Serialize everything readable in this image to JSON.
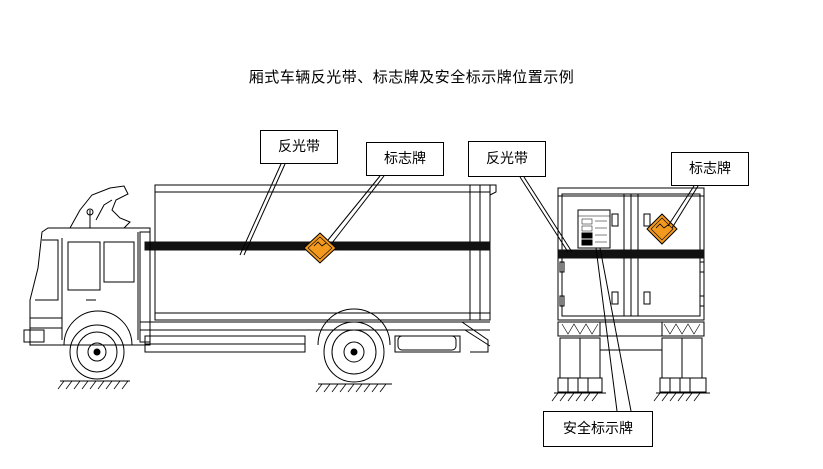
{
  "title": "厢式车辆反光带、标志牌及安全标示牌位置示例",
  "labels": {
    "reflective_strip_side": "反光带",
    "sign_plate_side": "标志牌",
    "reflective_strip_rear": "反光带",
    "sign_plate_rear": "标志牌",
    "safety_warning_plate": "安全标示牌"
  },
  "colors": {
    "line": "#000000",
    "strip": "#111111",
    "sign_fill": "#f39a1e",
    "background": "#ffffff"
  },
  "icons": {
    "hazard_sign": "explosive-diamond-icon",
    "wheel": "wheel-icon"
  }
}
